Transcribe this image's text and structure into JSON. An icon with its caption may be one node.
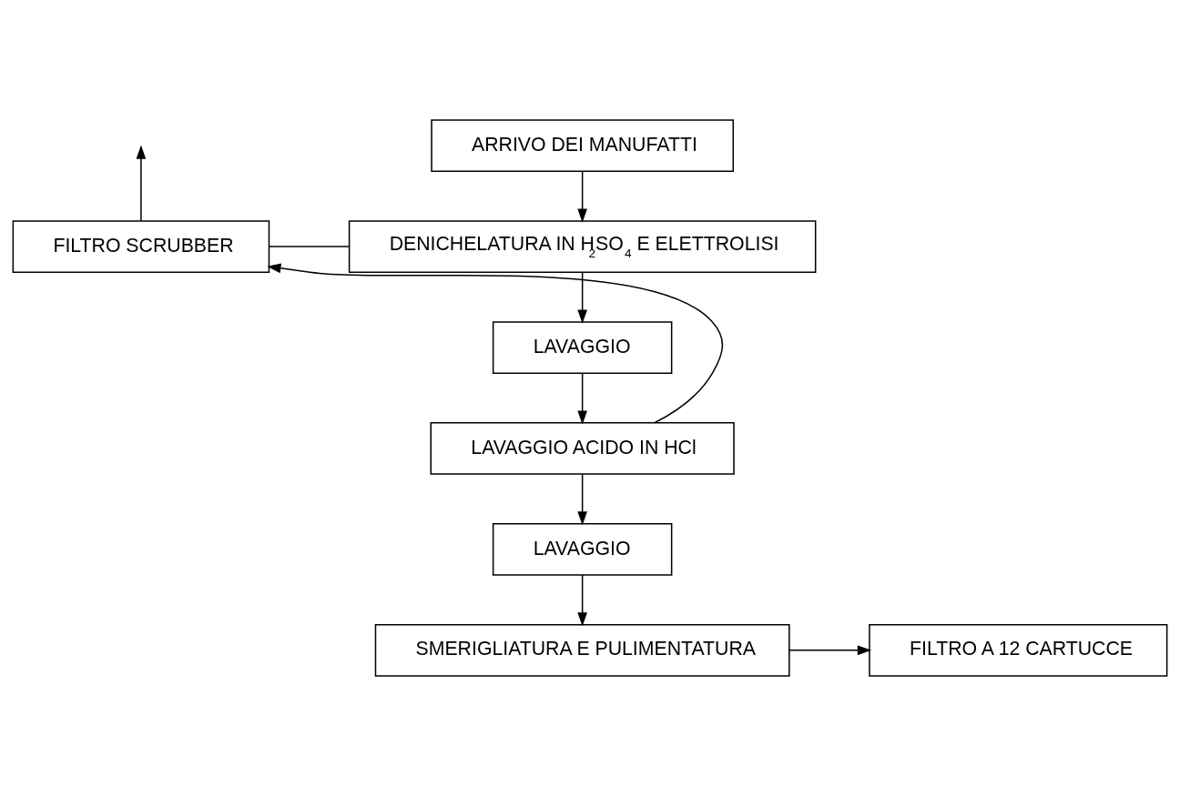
{
  "diagram": {
    "nodes": [
      {
        "text": [
          "ARRIVO DEI MANUFATTI"
        ]
      },
      {
        "text": [
          "FILTRO SCRUBBER"
        ]
      },
      {
        "text": [
          "DENICHELATURA IN H$_{2}$SO$_{4}$ E ELETTROLISI"
        ]
      },
      {
        "text": [
          "LAVAGGIO"
        ]
      },
      {
        "text": [
          "LAVAGGIO ACIDO IN HCl"
        ]
      },
      {
        "text": [
          "LAVAGGIO"
        ]
      },
      {
        "text": [
          "SMERIGLIATURA E PULIMENTATURA"
        ]
      },
      {
        "text": [
          "FILTRO A 12 CARTUCCE"
        ]
      }
    ],
    "edges": [
      {
        "from": 0,
        "to": 2,
        "arrow": "to"
      },
      {
        "from": 2,
        "to": 1,
        "arrow": "none"
      },
      {
        "from": 1,
        "to": null,
        "arrow": "to"
      },
      {
        "from": 2,
        "to": 3,
        "arrow": "to"
      },
      {
        "from": 3,
        "to": 4,
        "arrow": "to"
      },
      {
        "from": 4,
        "to": 1,
        "arrow": "to"
      },
      {
        "from": 4,
        "to": 5,
        "arrow": "to"
      },
      {
        "from": 5,
        "to": 6,
        "arrow": "to"
      },
      {
        "from": 6,
        "to": 7,
        "arrow": "to"
      }
    ]
  }
}
